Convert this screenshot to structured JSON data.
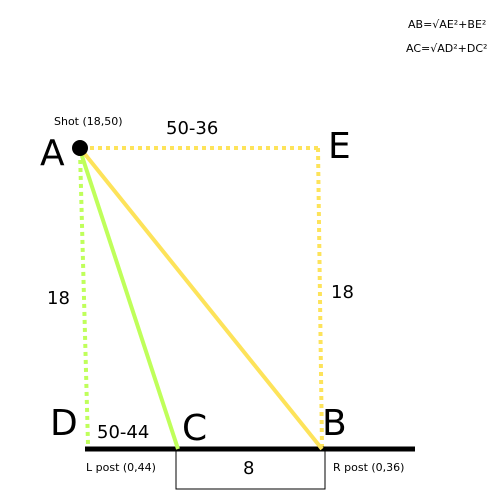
{
  "formulas": {
    "ab": "AB=√AE²+BE²",
    "ac": "AC=√AD²+DC²"
  },
  "points": {
    "a": "A",
    "b": "B",
    "c": "C",
    "d": "D",
    "e": "E"
  },
  "annotations": {
    "shot": "Shot (18,50)",
    "l_post": "L post (0,44)",
    "r_post": "R post (0,36)"
  },
  "measurements": {
    "ae": "50-36",
    "ad": "18",
    "be": "18",
    "dc": "50-44",
    "goal_width": "8"
  },
  "colors": {
    "green": "#bfff5a",
    "yellow": "#fde35a",
    "line": "#000000"
  }
}
